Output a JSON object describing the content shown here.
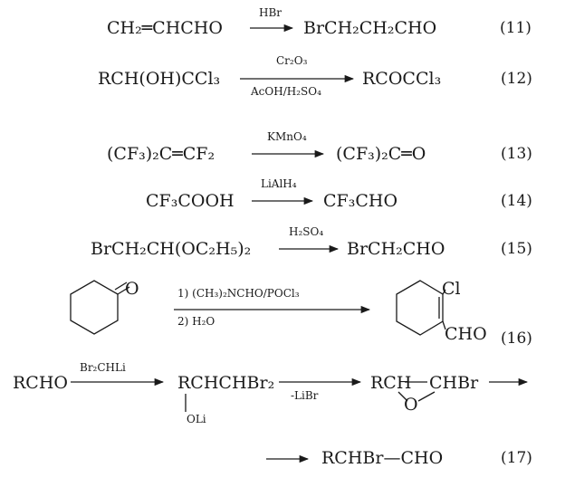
{
  "reactions": [
    {
      "number": "(11)",
      "reactant": "CH₂═CHCHO",
      "reagent": "HBr",
      "product": "BrCH₂CH₂CHO"
    },
    {
      "number": "(12)",
      "reactant": "RCH(OH)CCl₃",
      "reagent_top": "Cr₂O₃",
      "reagent_bottom": "AcOH/H₂SO₄",
      "product": "RCOCCl₃"
    },
    {
      "number": "(13)",
      "reactant": "(CF₃)₂C═CF₂",
      "reagent": "KMnO₄",
      "product": "(CF₃)₂C═O"
    },
    {
      "number": "(14)",
      "reactant": "CF₃COOH",
      "reagent": "LiAlH₄",
      "product": "CF₃CHO"
    },
    {
      "number": "(15)",
      "reactant": "BrCH₂CH(OC₂H₅)₂",
      "reagent": "H₂SO₄",
      "product": "BrCH₂CHO"
    },
    {
      "number": "(16)",
      "reactant_label": "O",
      "reagent_1": "1) (CH₃)₂NCHO/POCl₃",
      "reagent_2": "2) H₂O",
      "product_label_1": "Cl",
      "product_label_2": "CHO"
    },
    {
      "number": "(17)",
      "reactant": "RCHO",
      "reagent_1": "Br₂CHLi",
      "intermediate": "RCHCHBr₂",
      "intermediate_sub": "OLi",
      "reagent_2": "-LiBr",
      "epoxide_left": "RCH",
      "epoxide_right": "CHBr",
      "epoxide_o": "O",
      "final_product": "RCHBr—CHO"
    }
  ]
}
